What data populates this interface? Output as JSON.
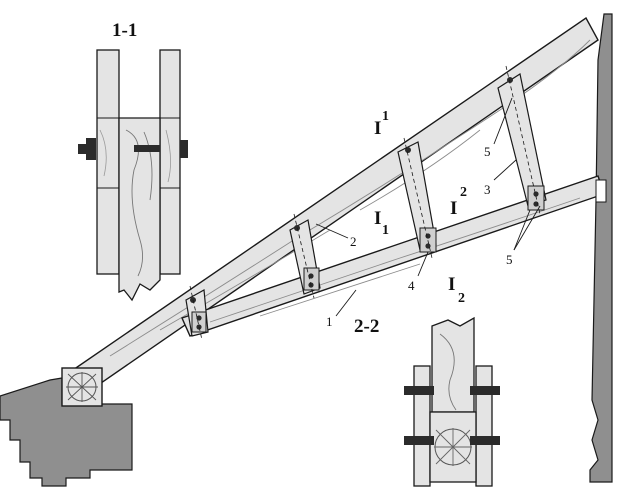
{
  "labels": {
    "section_1_1": "1-1",
    "section_2_2": "2-2",
    "mark_I": "I",
    "sup_1": "1",
    "sub_1": "1",
    "sup_2": "2",
    "sub_2": "2",
    "n1": "1",
    "n2": "2",
    "n3": "3",
    "n4": "4",
    "n5a": "5",
    "n5b": "5"
  },
  "colors": {
    "wood": "#e4e4e4",
    "wood_dark": "#cfcfcf",
    "wall": "#8f8f8f",
    "stroke": "#1a1a1a",
    "bolt": "#2b2b2b"
  }
}
